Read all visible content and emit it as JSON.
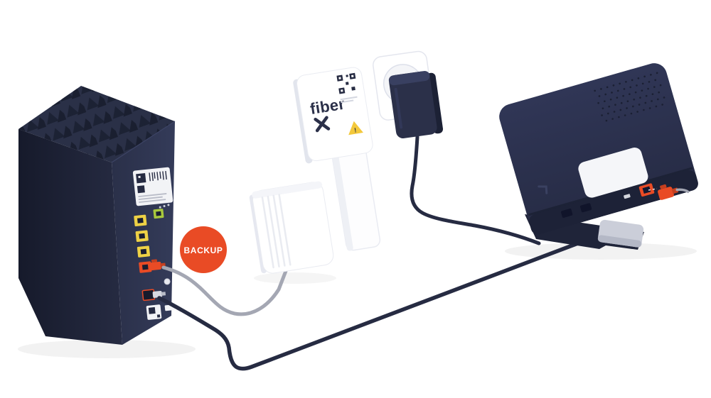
{
  "figure": {
    "type": "fiber-installation-diagram",
    "background": "#ffffff",
    "labels": {
      "backup": "BACKUP",
      "fiber": "fiber",
      "warning": "!"
    },
    "colors": {
      "accent_orange": "#e94b25",
      "accent_orange_dark": "#c43f1f",
      "device_navy": "#2b3049",
      "device_navy_dark": "#1d2237",
      "device_navy_light": "#394061",
      "port_yellow": "#eed145",
      "port_green": "#a8c83d",
      "cable_gray": "#a4a7b3",
      "cable_dark": "#262b42",
      "warning_yellow": "#f3c83b",
      "white_device": "#ffffff",
      "shadow_gray": "#e6e8f0"
    }
  }
}
